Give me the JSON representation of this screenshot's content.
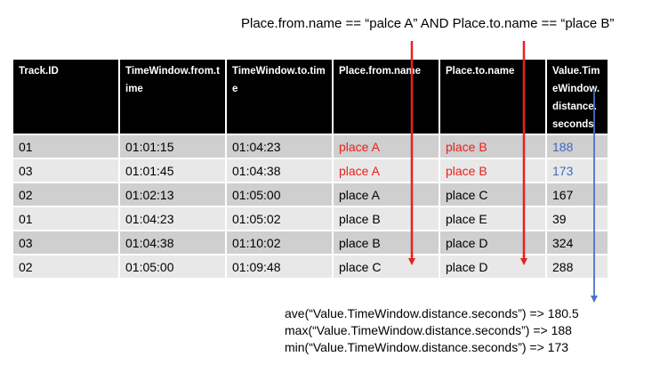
{
  "query": "Place.from.name == “palce A” AND Place.to.name == “place B”",
  "table": {
    "headers": [
      "Track.ID",
      "TimeWindow.from.time",
      "TimeWindow.to.time",
      "Place.from.name",
      "Place.to.name",
      "Value.TimeWindow.distance.seconds"
    ],
    "rows": [
      [
        "01",
        "01:01:15",
        "01:04:23",
        "place A",
        "place B",
        "188"
      ],
      [
        "03",
        "01:01:45",
        "01:04:38",
        "place A",
        "place B",
        "173"
      ],
      [
        "02",
        "01:02:13",
        "01:05:00",
        "place A",
        "place C",
        "167"
      ],
      [
        "01",
        "01:04:23",
        "01:05:02",
        "place B",
        "place E",
        "39"
      ],
      [
        "03",
        "01:04:38",
        "01:10:02",
        "place B",
        "place D",
        "324"
      ],
      [
        "02",
        "01:05:00",
        "01:09:48",
        "place C",
        "place D",
        "288"
      ]
    ],
    "highlight_rows": [
      0,
      1
    ]
  },
  "aggregates": [
    "ave(“Value.TimeWindow.distance.seconds”) => 180.5",
    "max(“Value.TimeWindow.distance.seconds”) => 188",
    "min(“Value.TimeWindow.distance.seconds”) => 173"
  ],
  "colors": {
    "filter_arrow": "#e8211c",
    "aggregate_arrow": "#4a72c4",
    "highlight_place": "#e8211c",
    "highlight_value": "#3d6bbf",
    "header_bg": "#000000",
    "row_dark": "#cfcfcf",
    "row_light": "#e8e8e8"
  }
}
